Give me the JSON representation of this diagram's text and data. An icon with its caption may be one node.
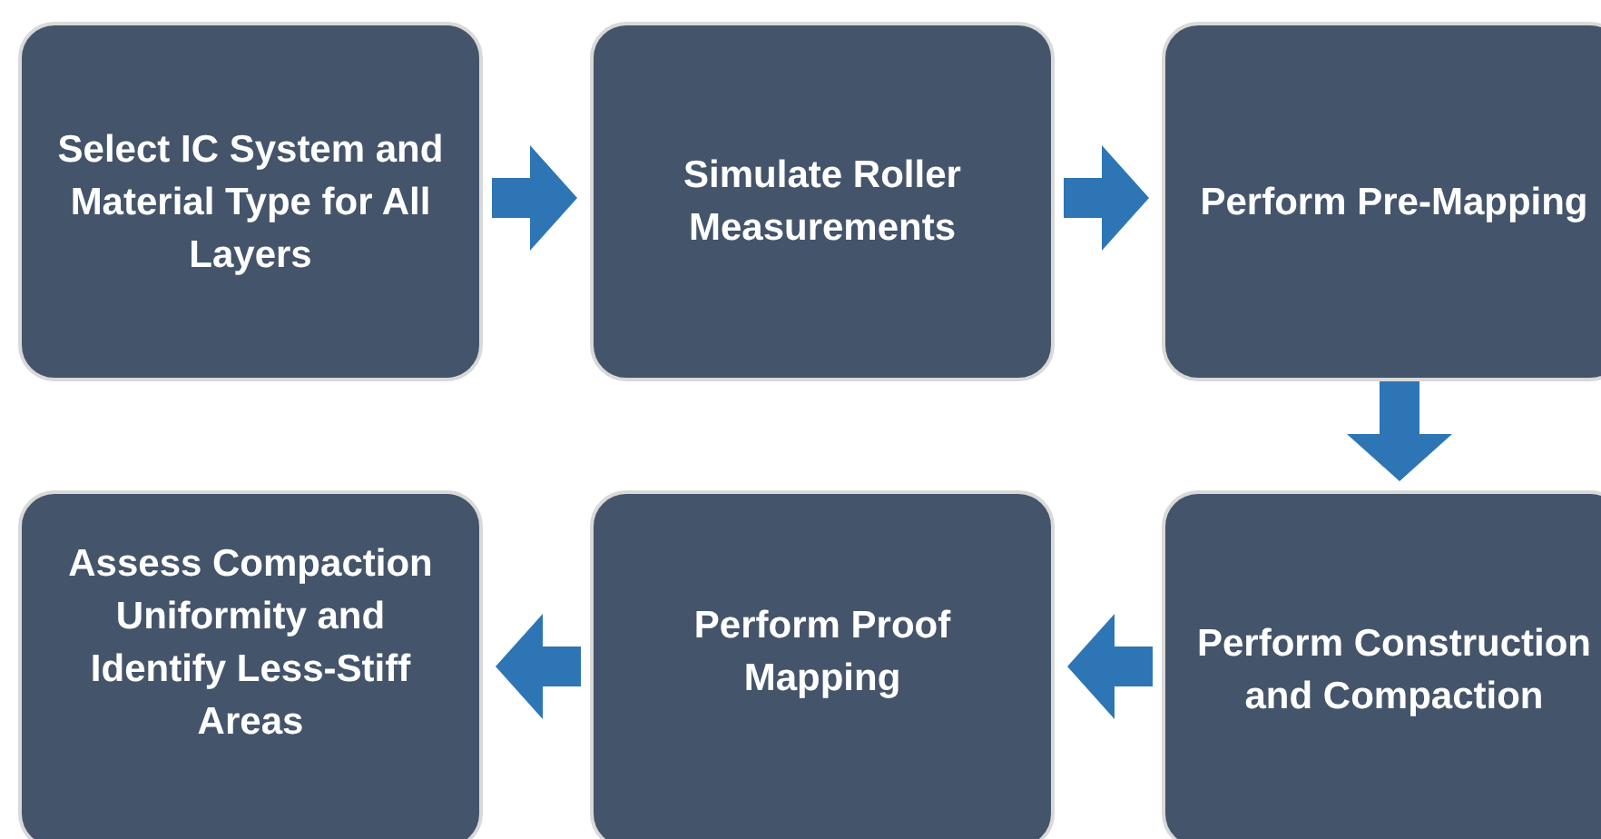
{
  "diagram": {
    "nodes": [
      {
        "text": [
          "Select IC System and Material Type for All Layers"
        ]
      },
      {
        "text": [
          "Simulate Roller Measurements"
        ]
      },
      {
        "text": [
          "Perform Pre-Mapping"
        ]
      },
      {
        "text": [
          "Assess Compaction Uniformity and Identify Less-Stiff Areas"
        ]
      },
      {
        "text": [
          "Perform Proof Mapping"
        ]
      },
      {
        "text": [
          "Perform Construction and Compaction"
        ]
      }
    ],
    "edges": [
      {
        "from": 0,
        "to": 1,
        "arrow": "to"
      },
      {
        "from": 1,
        "to": 2,
        "arrow": "to"
      },
      {
        "from": 2,
        "to": 5,
        "arrow": "to"
      },
      {
        "from": 5,
        "to": 4,
        "arrow": "to"
      },
      {
        "from": 4,
        "to": 3,
        "arrow": "to"
      }
    ]
  }
}
